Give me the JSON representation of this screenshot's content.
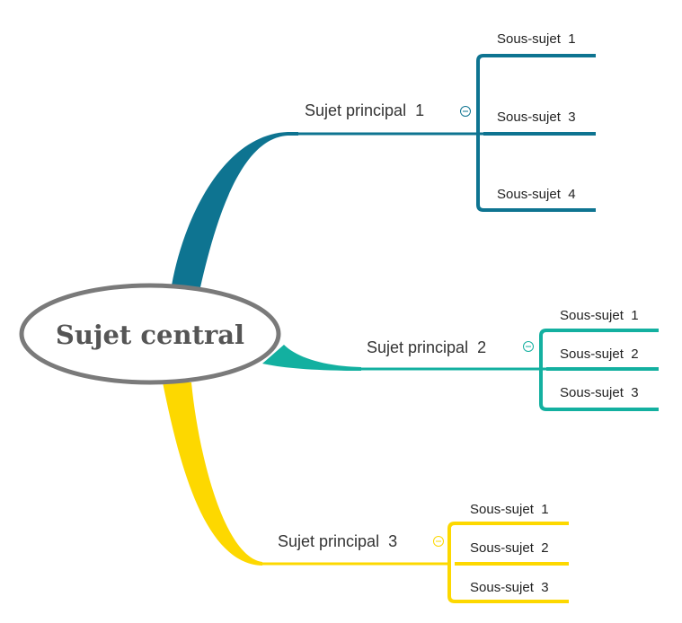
{
  "central_topic": {
    "label": "Sujet central"
  },
  "branches": [
    {
      "label": "Sujet principal  1",
      "color": "#0e7491",
      "collapse_symbol": "−",
      "subtopics": [
        "Sous-sujet  1",
        "Sous-sujet  3",
        "Sous-sujet  4"
      ]
    },
    {
      "label": "Sujet principal  2",
      "color": "#13b0a0",
      "collapse_symbol": "−",
      "subtopics": [
        "Sous-sujet  1",
        "Sous-sujet  2",
        "Sous-sujet  3"
      ]
    },
    {
      "label": "Sujet principal  3",
      "color": "#fdd800",
      "collapse_symbol": "−",
      "subtopics": [
        "Sous-sujet  1",
        "Sous-sujet  2",
        "Sous-sujet  3"
      ]
    }
  ],
  "colors": {
    "central_border": "#7a7a7a",
    "central_text": "#555555"
  }
}
